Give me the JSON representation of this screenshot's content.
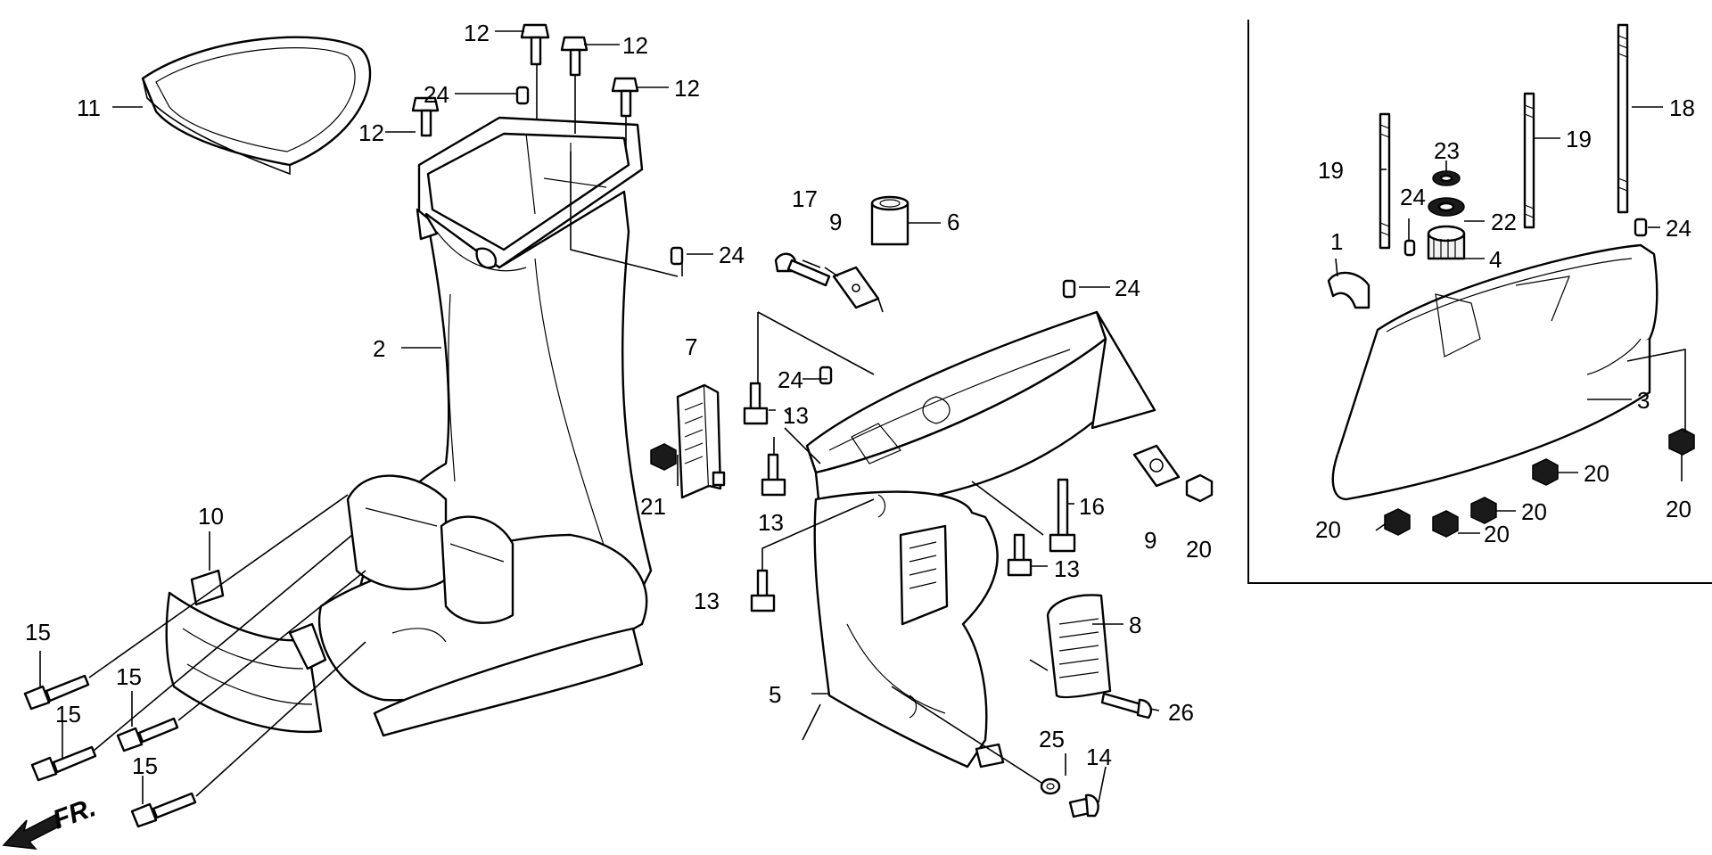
{
  "diagram": {
    "callouts": {
      "c1": "1",
      "c2": "2",
      "c3": "3",
      "c4": "4",
      "c5": "5",
      "c6": "6",
      "c7": "7",
      "c8": "8",
      "c9": "9",
      "c10": "10",
      "c11": "11",
      "c12": "12",
      "c13": "13",
      "c14": "14",
      "c15": "15",
      "c16": "16",
      "c17": "17",
      "c18": "18",
      "c19": "19",
      "c20": "20",
      "c21": "21",
      "c22": "22",
      "c23": "23",
      "c24": "24",
      "c25": "25",
      "c26": "26"
    },
    "front_marker": "FR.",
    "colors": {
      "ink": "#000000",
      "paper": "#ffffff"
    }
  }
}
